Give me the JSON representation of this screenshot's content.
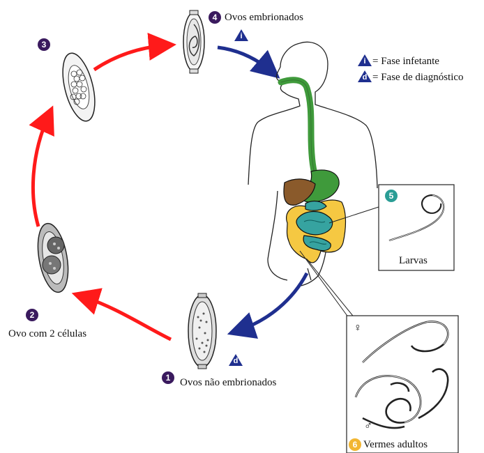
{
  "legend": {
    "infective_symbol": "i",
    "infective_text": "= Fase infetante",
    "diagnostic_symbol": "d",
    "diagnostic_text": "= Fase de diagnóstico"
  },
  "stages": [
    {
      "number": "1",
      "label": "Ovos não embrionados"
    },
    {
      "number": "2",
      "label": "Ovo com 2 células"
    },
    {
      "number": "3",
      "label": ""
    },
    {
      "number": "4",
      "label": "Ovos embrionados"
    },
    {
      "number": "5",
      "label": "Larvas"
    },
    {
      "number": "6",
      "label": "Vermes adultos"
    }
  ],
  "symbols": {
    "female": "♀",
    "male": "♂",
    "infective_marker": "i",
    "diagnostic_marker": "d"
  },
  "colors": {
    "red_arrow": "#ff1a1a",
    "blue_arrow": "#1f2f8f",
    "badge_purple": "#3a1a5e",
    "badge_teal": "#2a9d95",
    "badge_yellow": "#f2b632",
    "esophagus_green": "#3f9a3b",
    "liver_brown": "#8a5a2b",
    "intestine_yellow": "#f5c842",
    "small_intestine_teal": "#36a3a0"
  }
}
